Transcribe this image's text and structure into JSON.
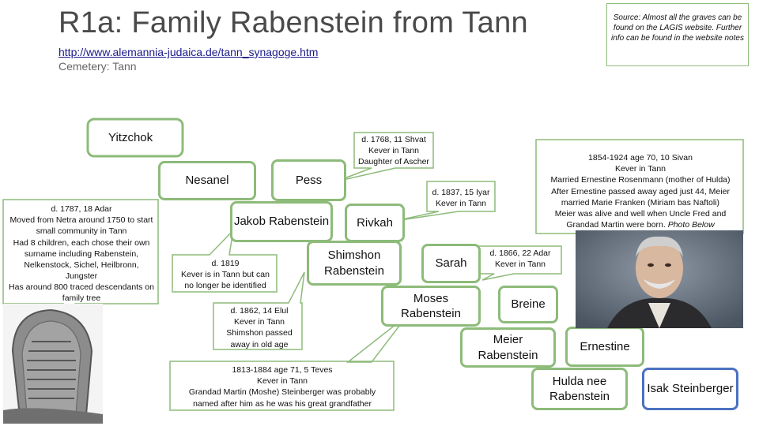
{
  "header": {
    "title": "R1a: Family Rabenstein from Tann",
    "link": "http://www.alemannia-judaica.de/tann_synagoge.htm",
    "cemetery": "Cemetery: Tann"
  },
  "source_note": "Source: Almost all the graves can be found on the LAGIS website. Further info can be found in the website notes",
  "people": {
    "yitzchok": "Yitzchok",
    "nesanel": "Nesanel",
    "pess": "Pess",
    "jakob": "Jakob Rabenstein",
    "rivkah": "Rivkah",
    "shimshon": "Shimshon Rabenstein",
    "sarah": "Sarah",
    "moses": "Moses Rabenstein",
    "breine": "Breine",
    "meier": "Meier Rabenstein",
    "ernestine": "Ernestine",
    "hulda": "Hulda nee Rabenstein",
    "isak": "Isak Steinberger"
  },
  "notes": {
    "nesanel": "d. 1787, 18 Adar\nMoved from Netra around 1750 to start small community in Tann\nHad 8 children, each chose their own surname including Rabenstein, Nelkenstock, Sichel, Heilbronn, Jungster\nHas around 800 traced descendants on family tree",
    "pess": "d. 1768, 11 Shvat\nKever in Tann\nDaughter of Ascher",
    "jakob": "d. 1819\nKever is in Tann but can no longer be identified",
    "rivkah": "d. 1837, 15 Iyar\nKever in Tann",
    "shimshon": "d. 1862, 14 Elul\nKever in Tann\nShimshon passed away in old age",
    "sarah": "d. 1866, 22 Adar\nKever in Tann",
    "moses": "1813-1884 age 71, 5 Teves\nKever in Tann\nGrandad Martin (Moshe) Steinberger was probably named after him as he was his great grandfather",
    "meier_pre": "1854-1924 age 70, 10 Sivan\nKever in Tann\nMarried Ernestine Rosenmann (mother of Hulda)\nAfter Ernestine passed away aged just 44, Meier married Marie Franken (Miriam bas Naftoli)\nMeier was alive and well when Uncle Fred and Grandad Martin were born. ",
    "meier_em": "Photo Below"
  },
  "colors": {
    "node_border": "#8dbb7a",
    "highlight_border": "#4a72c0",
    "title": "#4a4a4a",
    "link": "#1a1a8a"
  }
}
